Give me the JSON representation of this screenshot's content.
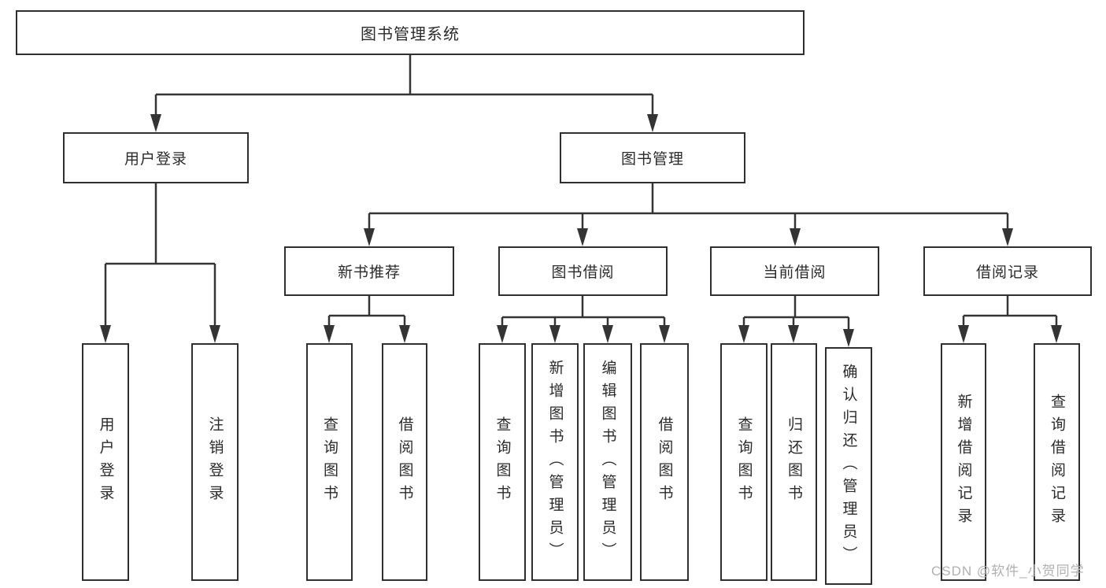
{
  "diagram": {
    "title": "图书管理系统",
    "colors": {
      "line": "#343434",
      "box_border": "#2f2f2f",
      "box_fill": "#ffffff",
      "text": "#2b2b2b",
      "watermark": "#b0b0b0"
    },
    "nodes": {
      "root": "图书管理系统",
      "user_login": "用户登录",
      "book_mgmt": "图书管理",
      "new_books": "新书推荐",
      "book_borrow": "图书借阅",
      "current_borrow": "当前借阅",
      "borrow_records": "借阅记录"
    },
    "leaves": {
      "user_login": [
        "用户登录",
        "注销登录"
      ],
      "new_books": [
        "查询图书",
        "借阅图书"
      ],
      "book_borrow": [
        "查询图书",
        "新增图书（管理员）",
        "编辑图书（管理员）",
        "借阅图书"
      ],
      "current_borrow": [
        "查询图书",
        "归还图书",
        "确认归还（管理员）"
      ],
      "borrow_records": [
        "新增借阅记录",
        "查询借阅记录"
      ]
    }
  },
  "watermark": "CSDN @软件_小贺同学"
}
